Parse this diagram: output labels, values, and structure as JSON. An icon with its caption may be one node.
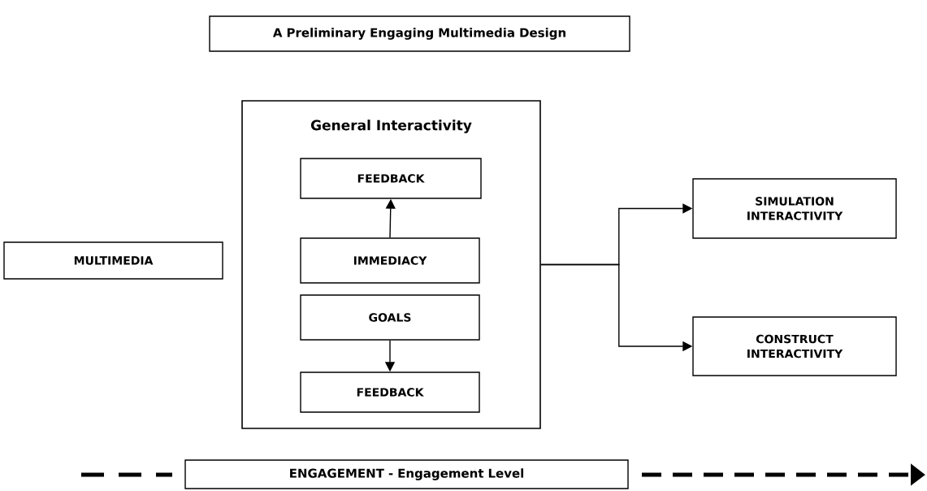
{
  "diagram": {
    "nodes": [
      {
        "text": [
          "A Preliminary Engaging Multimedia Design"
        ]
      },
      {
        "text": [
          "MULTIMEDIA"
        ]
      },
      {
        "text": [
          "General Interactivity"
        ]
      },
      {
        "text": [
          "FEEDBACK"
        ],
        "in": 2
      },
      {
        "text": [
          "IMMEDIACY"
        ],
        "in": 2
      },
      {
        "text": [
          "GOALS"
        ],
        "in": 2
      },
      {
        "text": [
          "FEEDBACK"
        ],
        "in": 2
      },
      {
        "text": [
          "SIMULATION INTERACTIVITY"
        ]
      },
      {
        "text": [
          "CONSTRUCT INTERACTIVITY"
        ]
      },
      {
        "text": [
          "ENGAGEMENT - Engagement Level"
        ]
      }
    ],
    "edges": [
      {
        "from": 4,
        "to": 3,
        "arrow": "to"
      },
      {
        "from": 5,
        "to": 6,
        "arrow": "to"
      },
      {
        "from": 2,
        "to": 7,
        "arrow": "to"
      },
      {
        "from": 2,
        "to": 8,
        "arrow": "to"
      }
    ]
  }
}
